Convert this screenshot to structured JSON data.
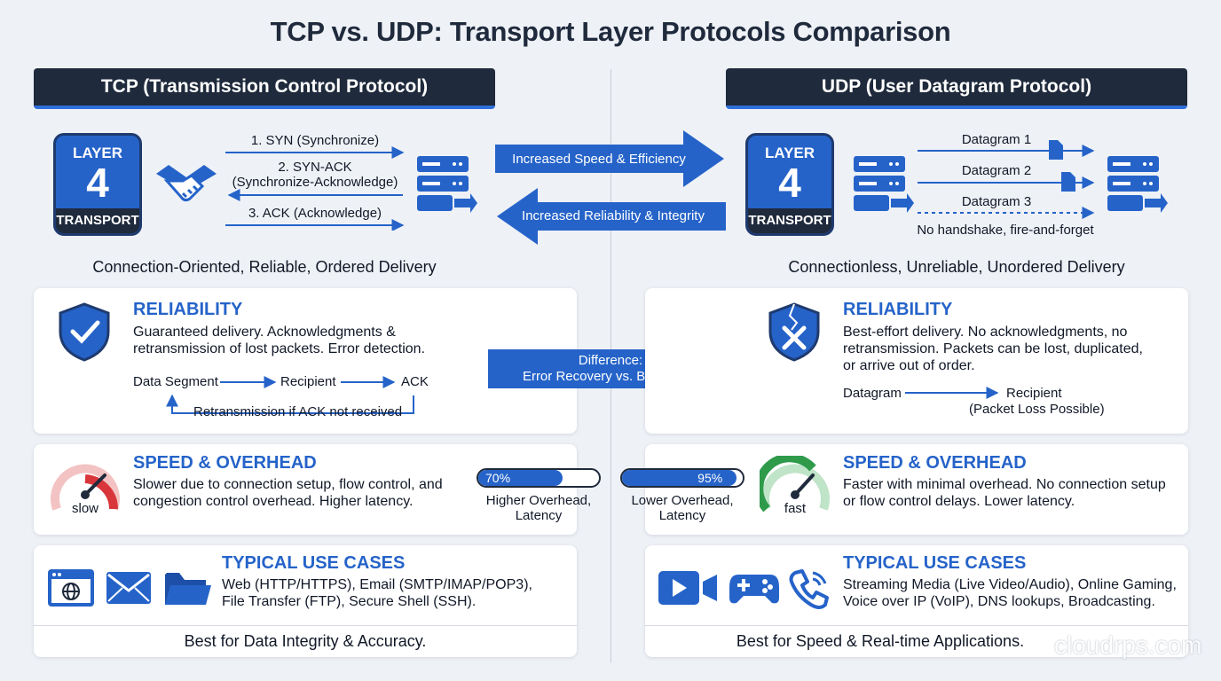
{
  "title": "TCP vs. UDP: Transport Layer Protocols Comparison",
  "tcp": {
    "header": "TCP (Transmission Control Protocol)",
    "layer": {
      "top": "LAYER",
      "num": "4",
      "bottom": "TRANSPORT"
    },
    "handshake": {
      "step1": "1. SYN (Synchronize)",
      "step2a": "2. SYN-ACK",
      "step2b": "(Synchronize-Acknowledge)",
      "step3": "3. ACK (Acknowledge)"
    },
    "caption": "Connection-Oriented, Reliable, Ordered Delivery",
    "reliability": {
      "title": "RELIABILITY",
      "text1": "Guaranteed delivery. Acknowledgments &",
      "text2": "retransmission of lost packets. Error detection.",
      "flow_a": "Data Segment",
      "flow_b": "Recipient",
      "flow_c": "ACK",
      "retrans": "Retransmission if ACK not received"
    },
    "speed": {
      "title": "SPEED & OVERHEAD",
      "text1": "Slower due to connection setup, flow control, and",
      "text2": "congestion control overhead. Higher latency.",
      "gauge_label": "slow",
      "bar_label": "70%",
      "bar_value": 0.7,
      "bar_caption1": "Higher Overhead,",
      "bar_caption2": "Latency"
    },
    "uses": {
      "title": "TYPICAL USE CASES",
      "text1": "Web (HTTP/HTTPS), Email (SMTP/IMAP/POP3),",
      "text2": "File Transfer (FTP), Secure Shell (SSH)."
    },
    "footer": "Best for Data Integrity & Accuracy."
  },
  "udp": {
    "header": "UDP (User Datagram Protocol)",
    "layer": {
      "top": "LAYER",
      "num": "4",
      "bottom": "TRANSPORT"
    },
    "datagram1": "Datagram 1",
    "datagram2": "Datagram 2",
    "datagram3": "Datagram 3",
    "no_handshake": "No handshake, fire-and-forget",
    "caption": "Connectionless, Unreliable, Unordered Delivery",
    "reliability": {
      "title": "RELIABILITY",
      "text1": "Best-effort delivery. No acknowledgments, no",
      "text2": "retransmission. Packets can be lost, duplicated,",
      "text3": "or arrive out of order.",
      "flow_a": "Datagram",
      "flow_b": "Recipient",
      "flow_c": "(Packet Loss Possible)"
    },
    "speed": {
      "title": "SPEED & OVERHEAD",
      "text1": "Faster with minimal overhead. No connection setup",
      "text2": "or flow control delays. Lower latency.",
      "gauge_label": "fast",
      "bar_label": "95%",
      "bar_value": 0.95,
      "bar_caption1": "Lower Overhead,",
      "bar_caption2": "Latency"
    },
    "uses": {
      "title": "TYPICAL USE CASES",
      "text1": "Streaming Media (Live Video/Audio), Online Gaming,",
      "text2": "Voice over IP (VoIP), DNS lookups, Broadcasting."
    },
    "footer": "Best for Speed & Real-time Applications."
  },
  "center": {
    "arrow_right": "Increased Speed & Efficiency",
    "arrow_left": "Increased Reliability & Integrity",
    "diff1": "Difference:",
    "diff2": "Error Recovery vs. Best Effort"
  },
  "watermark": "cloudrps.com",
  "colors": {
    "accent": "#2563c9",
    "dark": "#1f2a3c",
    "slow": "#d8363a",
    "fast": "#2e9a4a"
  }
}
